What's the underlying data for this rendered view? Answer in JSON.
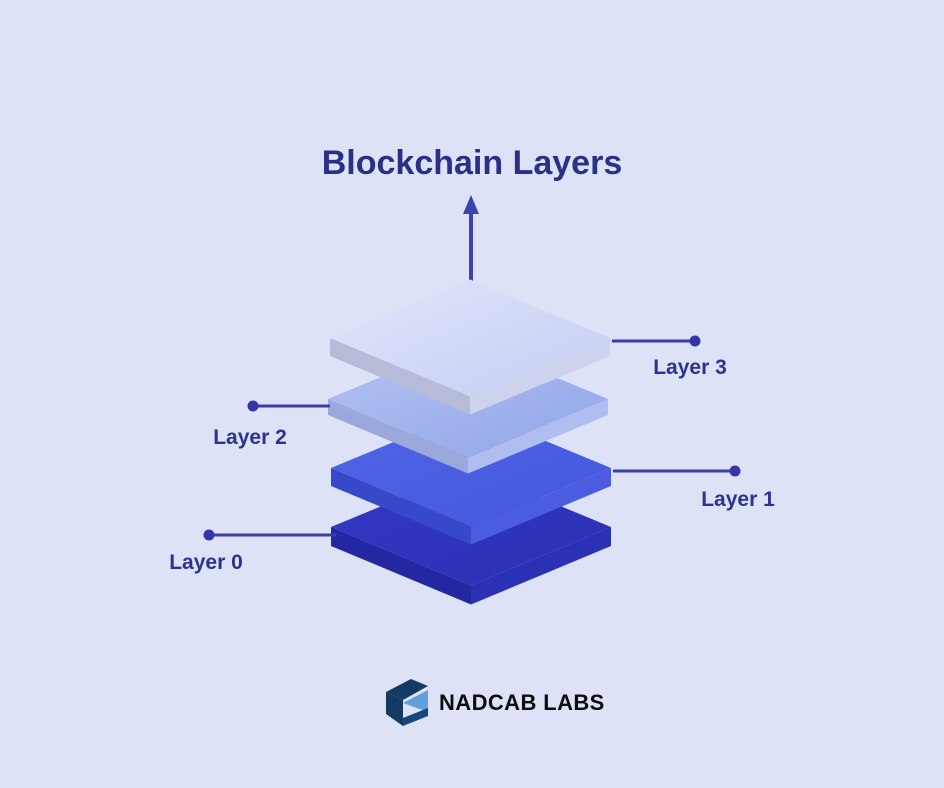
{
  "background_color": "#dde2f6",
  "title": {
    "text": "Blockchain Layers",
    "color": "#2b3087"
  },
  "arrow": {
    "color": "#3c42b0",
    "direction": "up"
  },
  "connectors": {
    "color": "#3a3fa8",
    "dot_color": "#3435a6"
  },
  "layers": [
    {
      "name": "Layer 3",
      "label_side": "right",
      "colors": {
        "top_from": "#e1e6f9",
        "top_to": "#c4cdf3",
        "left": "#b6bcd7",
        "right": "#cdd3ec"
      }
    },
    {
      "name": "Layer 2",
      "label_side": "left",
      "colors": {
        "top_from": "#b5c3f3",
        "top_to": "#8fa5e8",
        "left": "#9ba8dc",
        "right": "#b0bdf0"
      }
    },
    {
      "name": "Layer 1",
      "label_side": "right",
      "colors": {
        "top_from": "#5065e8",
        "top_to": "#4457db",
        "left": "#3748c9",
        "right": "#4b5ce0"
      }
    },
    {
      "name": "Layer 0",
      "label_side": "left",
      "colors": {
        "top_from": "#3239c6",
        "top_to": "#2b30b2",
        "left": "#2328a2",
        "right": "#2b31b5"
      }
    }
  ],
  "logo": {
    "brand": "NADCAB LABS",
    "text_color": "#0c0c12",
    "mark_colors": {
      "dark": "#123a63",
      "mid": "#16477a",
      "light": "#5f9fda"
    }
  }
}
